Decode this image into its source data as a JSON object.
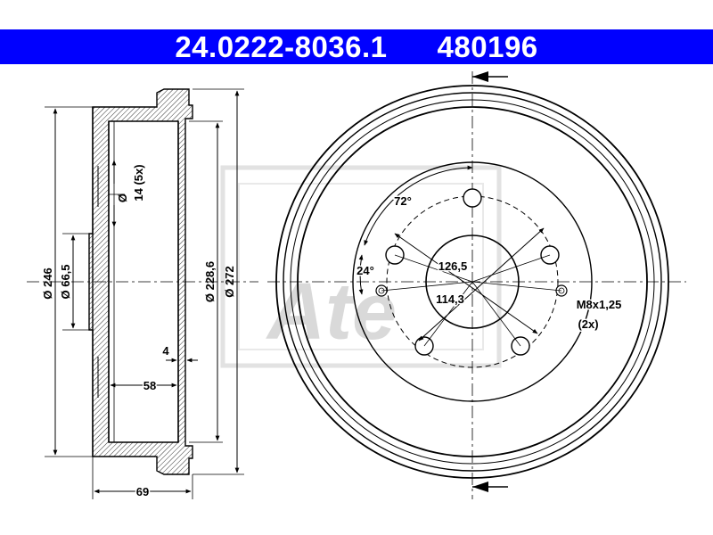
{
  "header": {
    "part_number": "24.0222-8036.1",
    "ref_number": "480196",
    "background_color": "#0000ff",
    "text_color": "#ffffff"
  },
  "side_view": {
    "dims": {
      "outer_diameter": "Ø 246",
      "hub_bore": "Ø 66,5",
      "bolt_hole": "Ø",
      "bolt_hole_spec": "14 (5x)",
      "braking_diameter": "Ø 228,6",
      "overall_diameter": "Ø 272",
      "offset": "4",
      "drum_depth": "58",
      "overall_width": "69"
    }
  },
  "front_view": {
    "dims": {
      "bolt_angle": "72°",
      "thread_angle": "24°",
      "bolt_circle_a": "126,5",
      "bolt_circle_b": "114,3",
      "thread_spec": "M8x1,25",
      "thread_count": "(2x)"
    }
  },
  "watermark": "Ate",
  "colors": {
    "line": "#000000",
    "section_hatch": "#000000",
    "watermark": "#d9d9d9"
  }
}
